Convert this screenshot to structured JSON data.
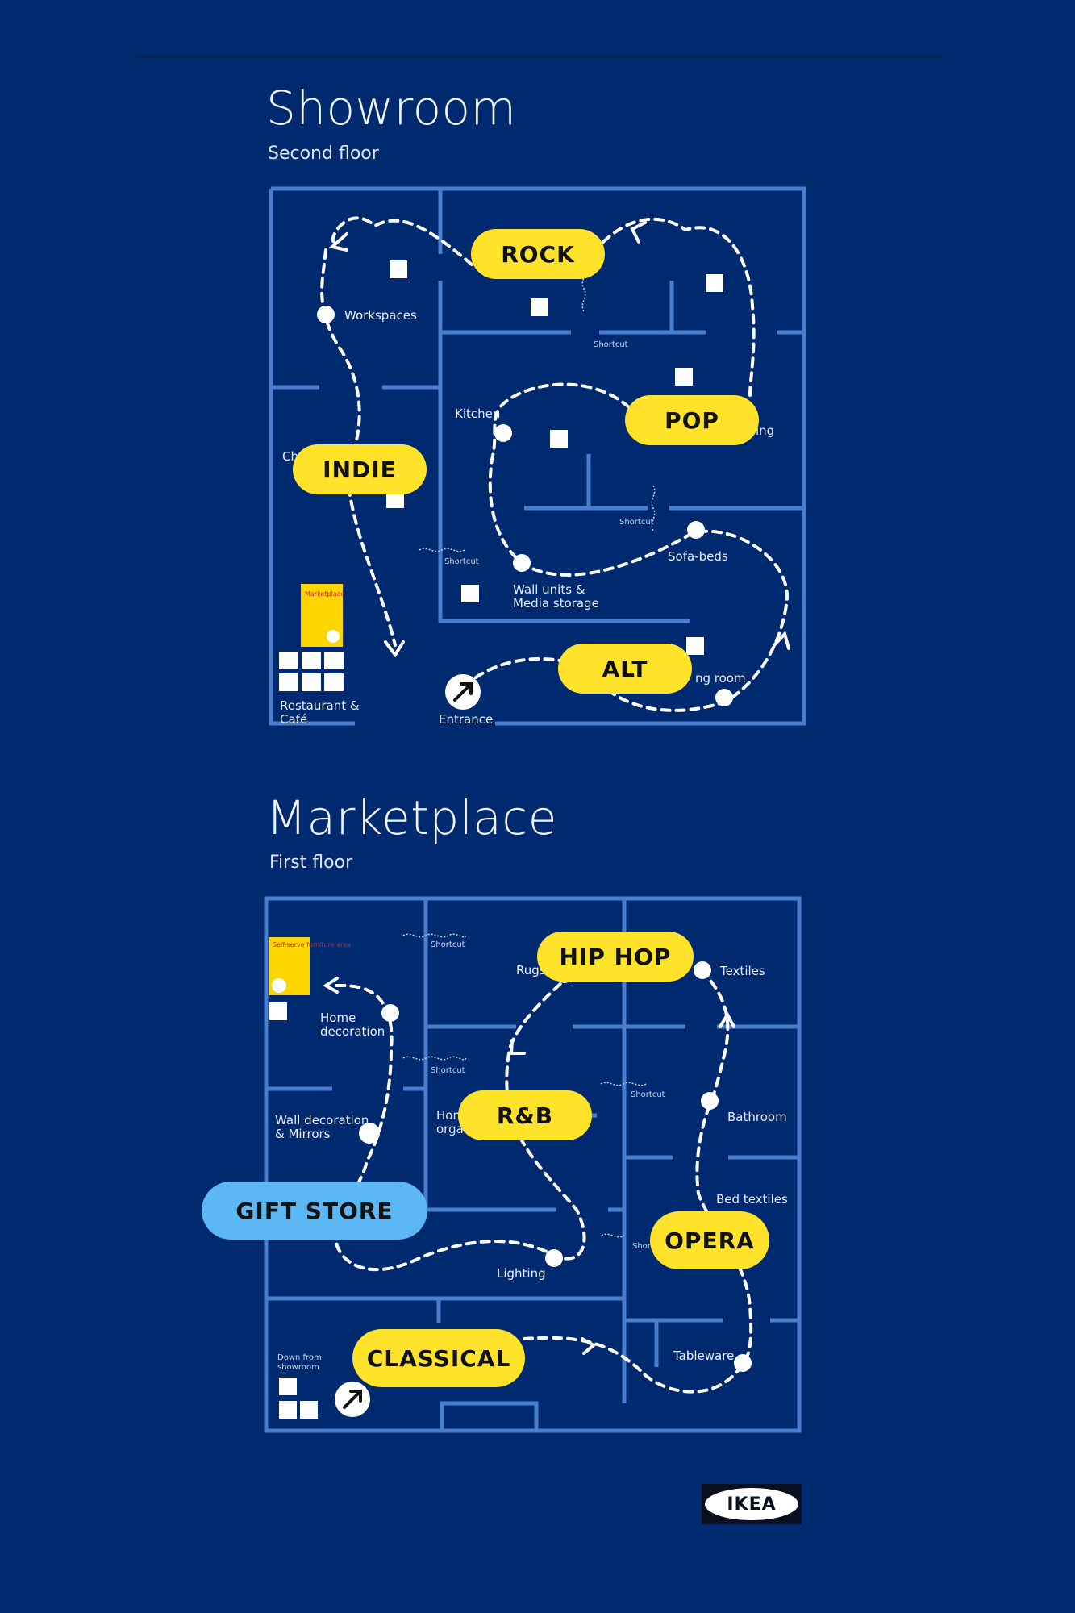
{
  "showroom": {
    "title": "Showroom",
    "subtitle": "Second floor",
    "labels": {
      "workspaces": "Workspaces",
      "kitchen": "Kitchen",
      "shortcut": "Shortcut",
      "sofa_beds": "Sofa-beds",
      "wall_units_1": "Wall units &",
      "wall_units_2": "Media storage",
      "living_room": "ng room",
      "dining": "ing",
      "children": "Ch",
      "restaurant_1": "Restaurant &",
      "restaurant_2": "Café",
      "entrance": "Entrance",
      "marketplace_sign": "Marketplace"
    },
    "genres": {
      "rock": "ROCK",
      "pop": "POP",
      "indie": "INDIE",
      "alt": "ALT"
    }
  },
  "marketplace": {
    "title": "Marketplace",
    "subtitle": "First floor",
    "labels": {
      "shortcut": "Shortcut",
      "rugs": "Rugs",
      "textiles": "Textiles",
      "home_deco_1": "Home",
      "home_deco_2": "decoration",
      "wall_deco_1": "Wall decoration",
      "wall_deco_2": "& Mirrors",
      "home_org_1": "Hom",
      "home_org_2": "orga",
      "bathroom": "Bathroom",
      "bed_textiles": "Bed textiles",
      "lighting": "Lighting",
      "tableware": "Tableware",
      "down_1": "Down from",
      "down_2": "showroom",
      "self_serve": "Self-serve furniture area",
      "shortcut_small": "Short"
    },
    "genres": {
      "hiphop": "HIP HOP",
      "rnb": "R&B",
      "giftstore": "GIFT STORE",
      "opera": "OPERA",
      "classical": "CLASSICAL"
    }
  },
  "logo": "IKEA",
  "colors": {
    "background": "#002a70",
    "wall": "#4a7fd0",
    "pill_yellow": "#ffe22a",
    "pill_blue": "#5bb8f5",
    "sign_yellow": "#ffd500"
  },
  "icons": [
    "info-icon",
    "arrow-up-right-icon",
    "arrow-left-icon",
    "arrow-down-right-icon",
    "restaurant-icon",
    "coffee-icon",
    "stairs-icon",
    "toilets-icon",
    "family-icon",
    "elevator-icon",
    "cart-icon"
  ]
}
